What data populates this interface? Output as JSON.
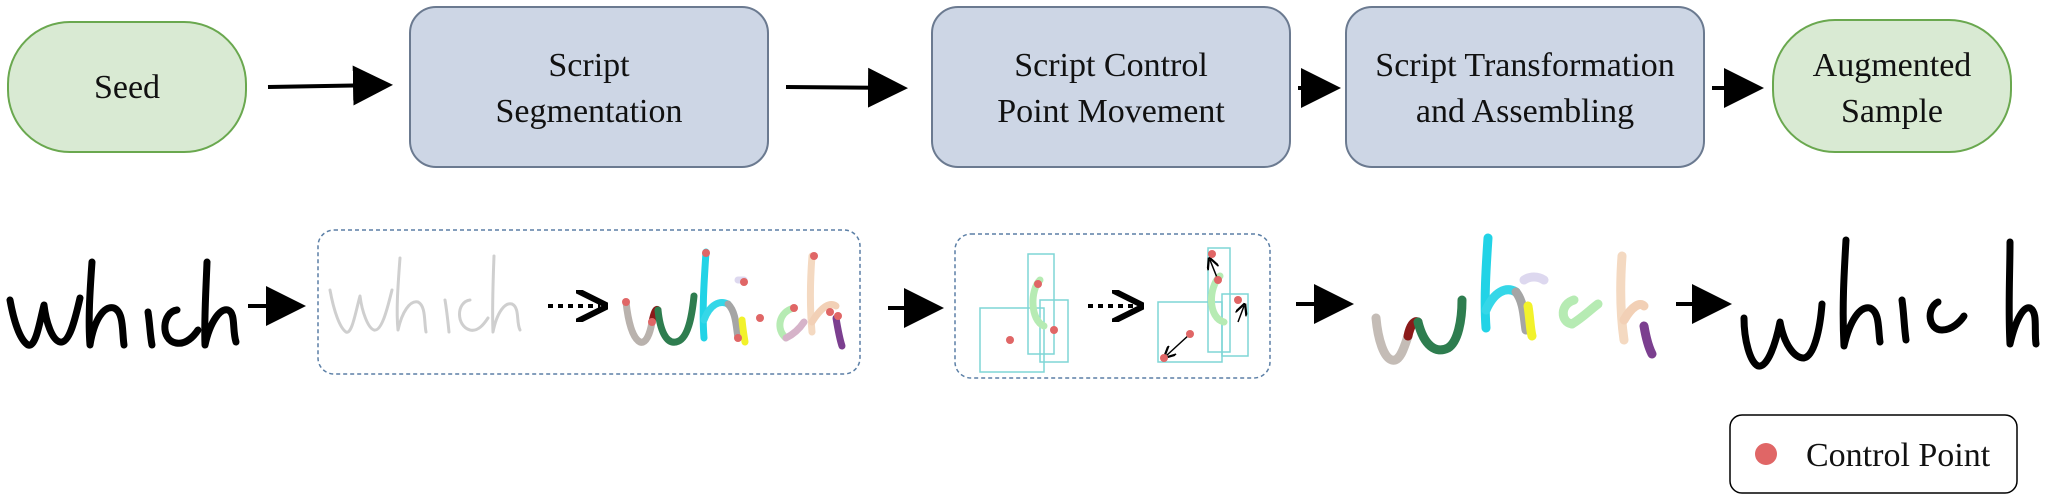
{
  "nodes": {
    "seed": {
      "lines": [
        "Seed"
      ]
    },
    "segmentation": {
      "lines": [
        "Script",
        "Segmentation"
      ]
    },
    "control_point": {
      "lines": [
        "Script Control",
        "Point Movement"
      ]
    },
    "transformation": {
      "lines": [
        "Script Transformation",
        "and Assembling"
      ]
    },
    "augmented": {
      "lines": [
        "Augmented",
        "Sample"
      ]
    }
  },
  "legend": {
    "label": "Control Point"
  },
  "colors": {
    "seed_fill": "#d9ead3",
    "seed_stroke": "#6aa84f",
    "process_fill": "#cdd6e5",
    "process_stroke": "#6b7a90",
    "control_point": "#e06666",
    "panel_border": "#5b7fa6",
    "bbox": "#7fd6d6"
  },
  "handwriting_word": "which"
}
